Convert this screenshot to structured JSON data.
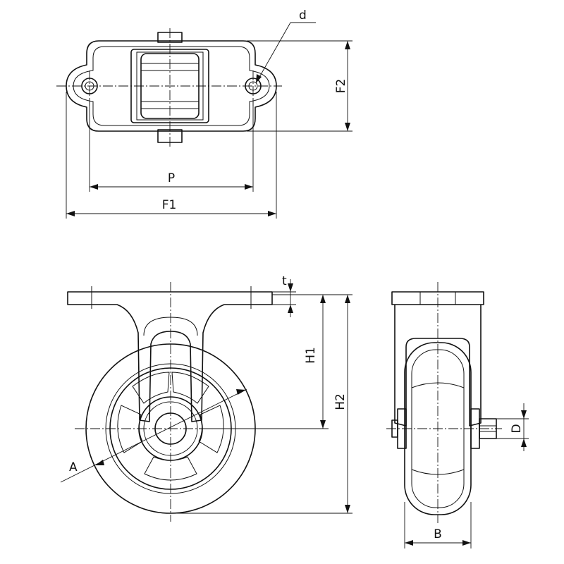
{
  "labels": {
    "d": "d",
    "F2": "F2",
    "P": "P",
    "F1": "F1",
    "t": "t",
    "H1": "H1",
    "H2": "H2",
    "A": "A",
    "D": "D",
    "B": "B"
  }
}
